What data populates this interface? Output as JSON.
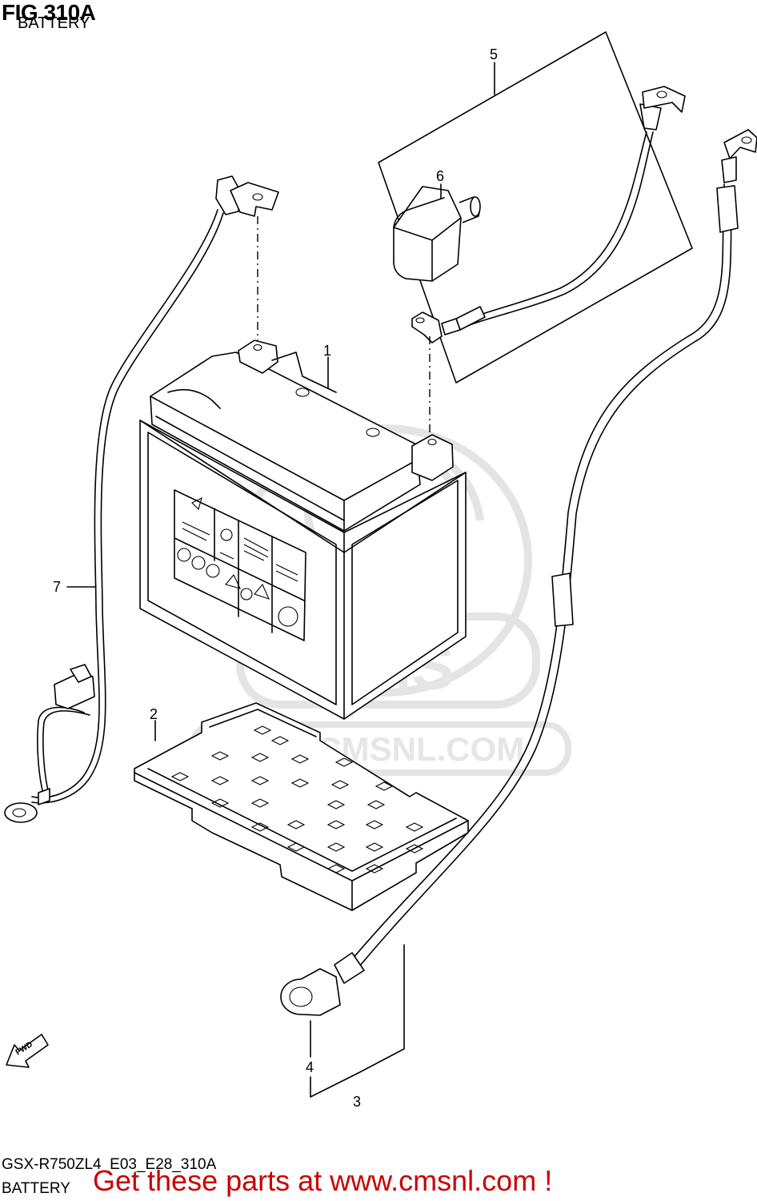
{
  "header": {
    "fig_title": "FIG 310A",
    "subtitle": "BATTERY"
  },
  "callouts": [
    "1",
    "2",
    "3",
    "4",
    "5",
    "6",
    "7"
  ],
  "watermark": {
    "text": "WWW.CMSNL.COM",
    "logo": "CMS"
  },
  "fwd_arrow": "FWD",
  "footer": {
    "model_code": "GSX-R750ZL4_E03_E28_310A",
    "label": "BATTERY",
    "promo": "Get these parts at www.cmsnl.com !"
  },
  "colors": {
    "promo": "#cc0000",
    "lines": "#000000",
    "watermark": "#e4e4e4"
  }
}
